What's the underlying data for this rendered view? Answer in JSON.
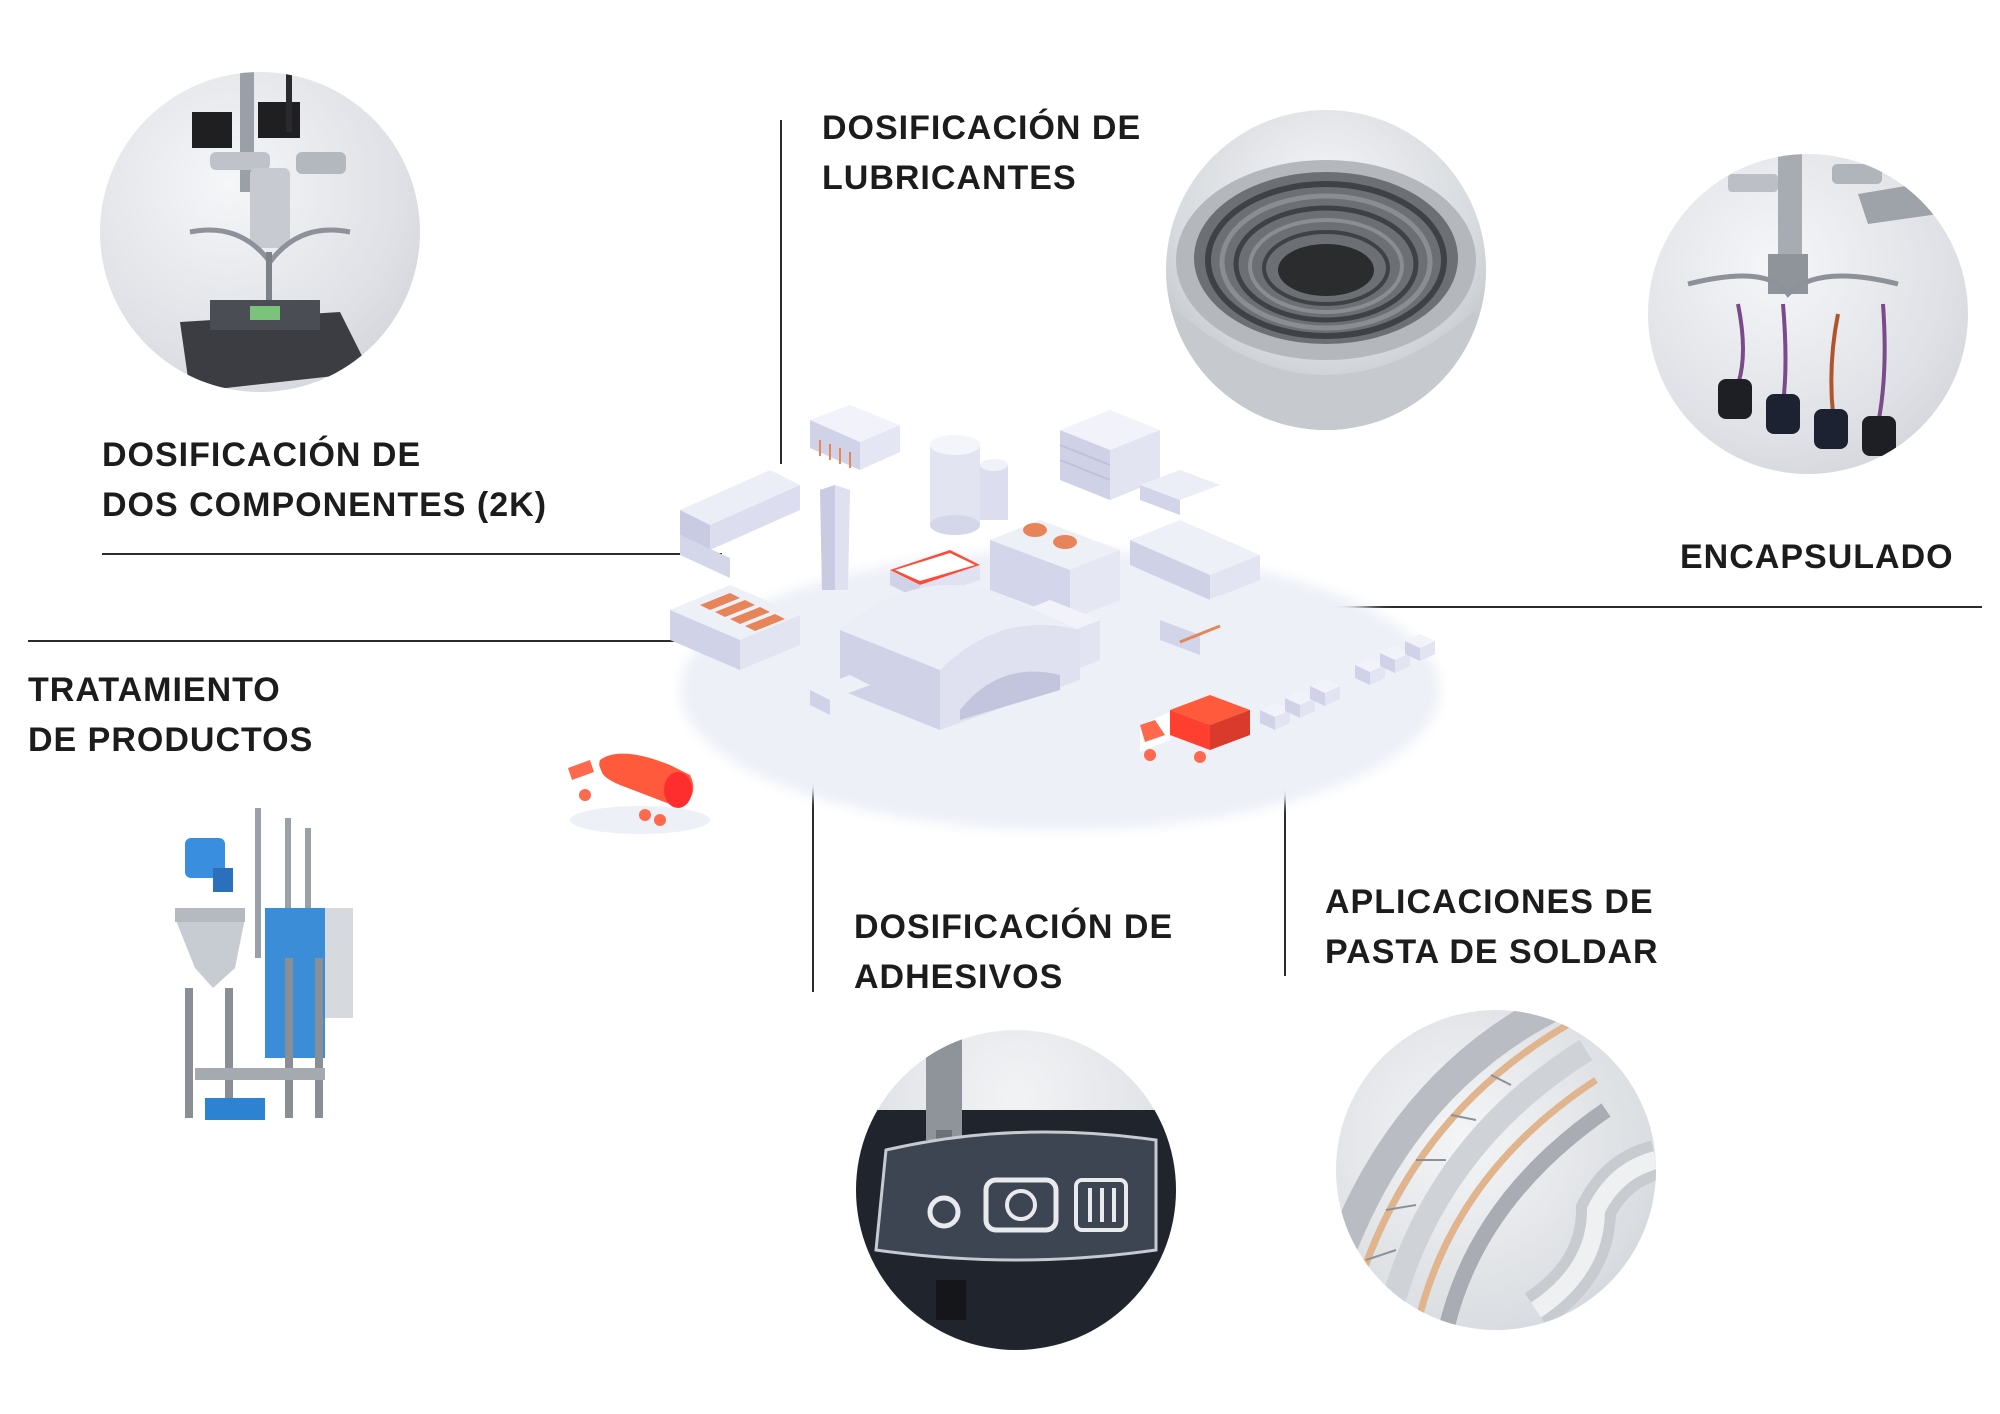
{
  "labels": {
    "dos_componentes": [
      "DOSIFICACIÓN DE",
      "DOS COMPONENTES (2K)"
    ],
    "lubricantes": [
      "DOSIFICACIÓN DE",
      "LUBRICANTES"
    ],
    "encapsulado": [
      "ENCAPSULADO"
    ],
    "tratamiento": [
      "TRATAMIENTO",
      "DE PRODUCTOS"
    ],
    "adhesivos": [
      "DOSIFICACIÓN DE",
      "ADHESIVOS"
    ],
    "pasta_soldar": [
      "APLICACIONES DE",
      "PASTA DE SOLDAR"
    ]
  },
  "colors": {
    "text": "#1c1c1c",
    "line": "#2b2b2b",
    "factory_base": "#e9eaf5",
    "factory_shade": "#c9cbe3",
    "accent_red": "#ff4a3a",
    "accent_orange": "#e8845a"
  },
  "images": {
    "dos_componentes": "dispensing-robot-2k-photo",
    "lubricantes": "threaded-pipe-photo",
    "encapsulado": "encapsulation-robot-photo",
    "tratamiento": "product-treatment-machine-photo",
    "adhesivos": "adhesive-dispensing-pcb-photo",
    "pasta_soldar": "turbine-solder-paste-photo",
    "factory": "isometric-factory-illustration"
  }
}
